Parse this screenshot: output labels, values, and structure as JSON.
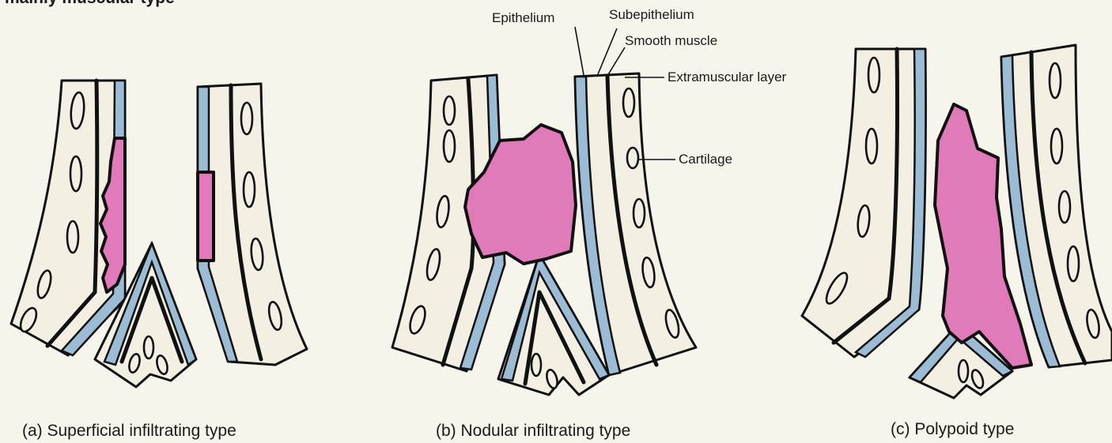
{
  "heading": "mainly muscular type",
  "labels": {
    "epithelium": "Epithelium",
    "subepithelium": "Subepithelium",
    "smooth_muscle": "Smooth muscle",
    "extramuscular": "Extramuscular layer",
    "cartilage": "Cartilage"
  },
  "captions": {
    "a": "(a) Superficial infiltrating type",
    "b": "(b) Nodular infiltrating type",
    "c": "(c) Polypoid type"
  },
  "colors": {
    "background": "#f7f4ec",
    "epithelium": "#9cbcd6",
    "tumor": "#e07ab8",
    "wall": "#f3efe3",
    "outline": "#111111"
  }
}
